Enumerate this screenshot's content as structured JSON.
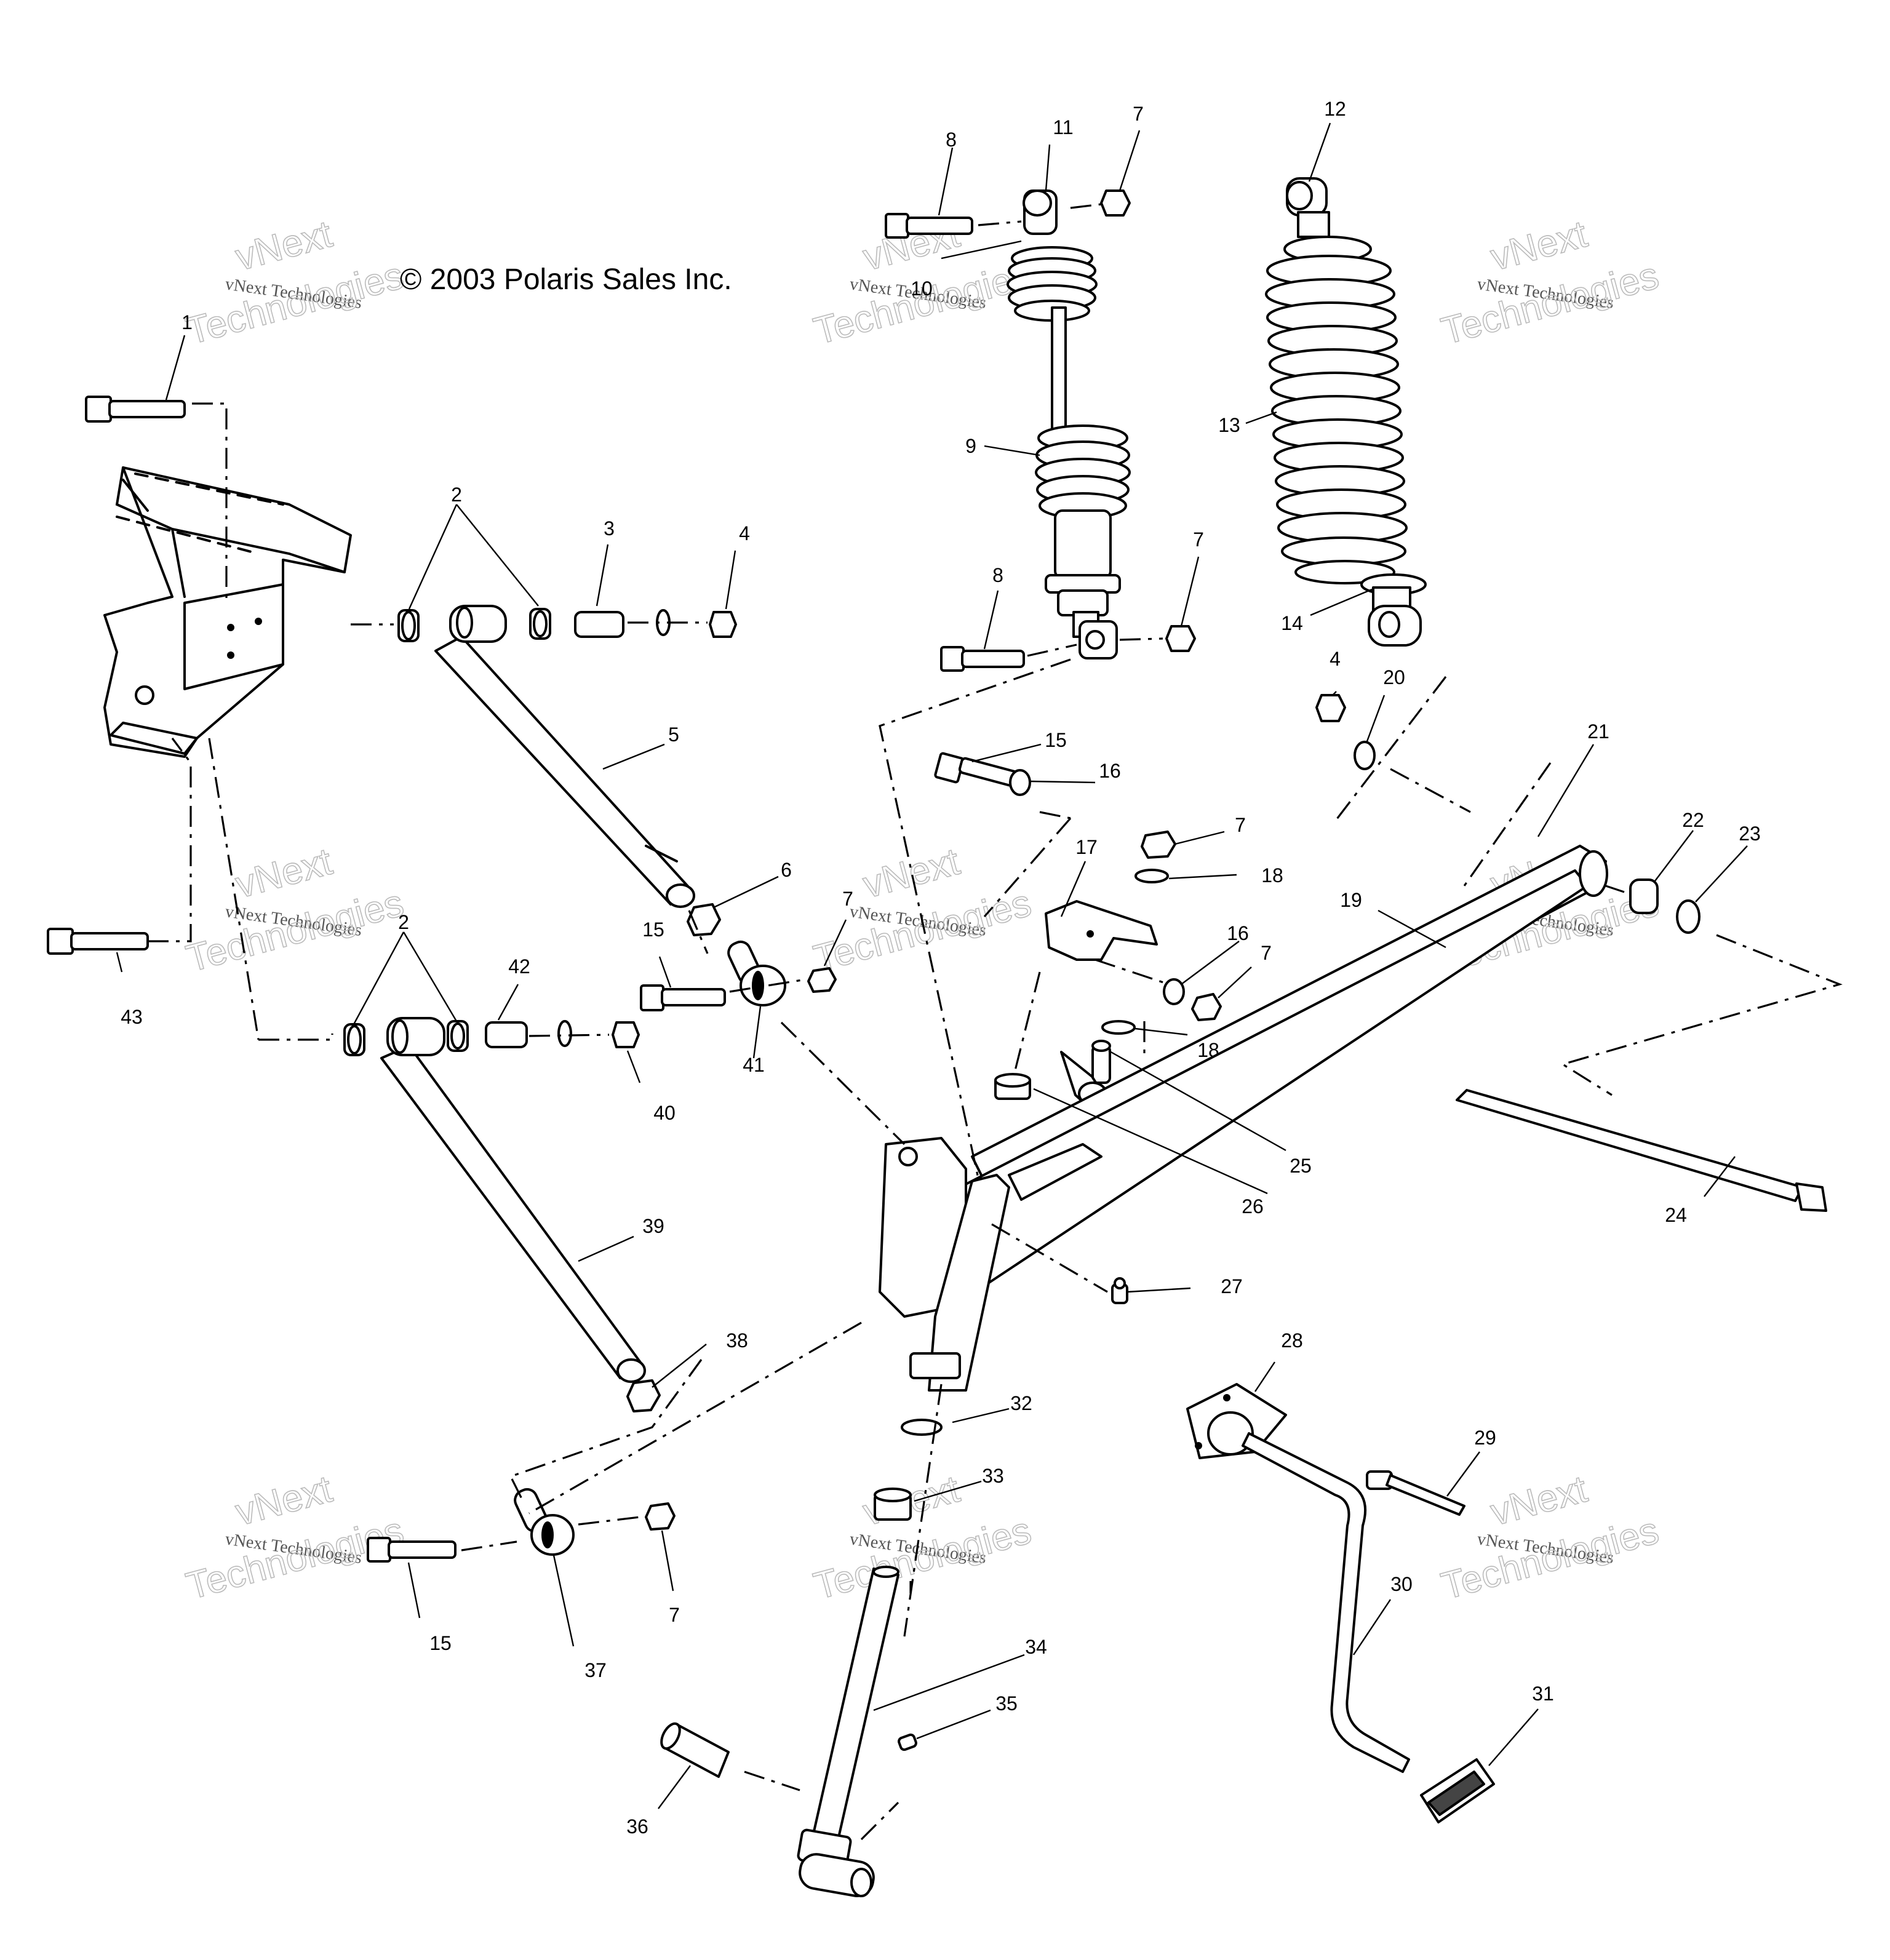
{
  "copyright": "© 2003 Polaris Sales Inc.",
  "watermark": {
    "line1": "vNext",
    "line2": "vNext Technologies",
    "line3": "Technologies"
  },
  "callouts": {
    "n1": "1",
    "n2a": "2",
    "n2b": "2",
    "n3": "3",
    "n4a": "4",
    "n4b": "4",
    "n5": "5",
    "n6": "6",
    "n7a": "7",
    "n7b": "7",
    "n7c": "7",
    "n7d": "7",
    "n7e": "7",
    "n7f": "7",
    "n8a": "8",
    "n8b": "8",
    "n9": "9",
    "n10": "10",
    "n11": "11",
    "n12": "12",
    "n13": "13",
    "n14": "14",
    "n15a": "15",
    "n15b": "15",
    "n15c": "15",
    "n16a": "16",
    "n16b": "16",
    "n17": "17",
    "n18a": "18",
    "n18b": "18",
    "n19": "19",
    "n20": "20",
    "n21": "21",
    "n22": "22",
    "n23": "23",
    "n24": "24",
    "n25": "25",
    "n26": "26",
    "n27": "27",
    "n28": "28",
    "n29": "29",
    "n30": "30",
    "n31": "31",
    "n32": "32",
    "n33": "33",
    "n34": "34",
    "n35": "35",
    "n36": "36",
    "n37": "37",
    "n38": "38",
    "n39": "39",
    "n40": "40",
    "n41": "41",
    "n42": "42",
    "n43": "43"
  }
}
